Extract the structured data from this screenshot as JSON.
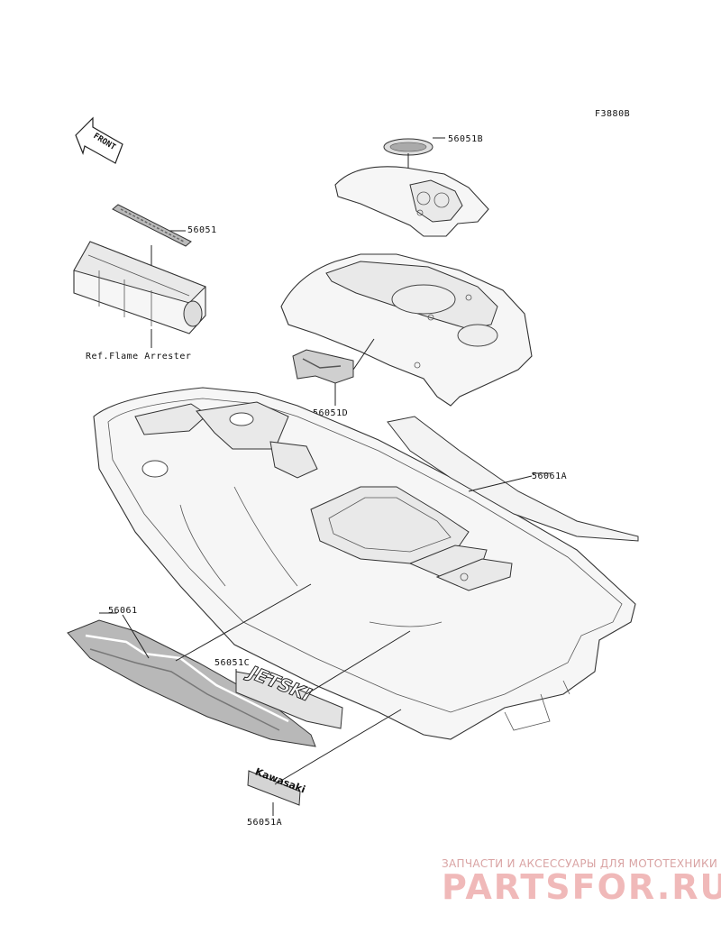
{
  "figure_code": "F3880B",
  "front_arrow_text": "FRONT",
  "callouts": {
    "p56051B": "56051B",
    "p56051": "56051",
    "ref_flame": "Ref.Flame Arrester",
    "p56051D": "56051D",
    "p56061A": "56061A",
    "p56061": "56061",
    "p56051C": "56051C",
    "p56051A": "56051A"
  },
  "decals": {
    "jetski": "JETSKI",
    "kawasaki": "Kawasaki"
  },
  "watermark": {
    "tagline": "ЗАПЧАСТИ И АКСЕССУАРЫ ДЛЯ МОТОТЕХНИКИ",
    "logo": "PARTSFOR.RU"
  },
  "colors": {
    "line": "#222222",
    "watermark": "#f0b9b9"
  }
}
